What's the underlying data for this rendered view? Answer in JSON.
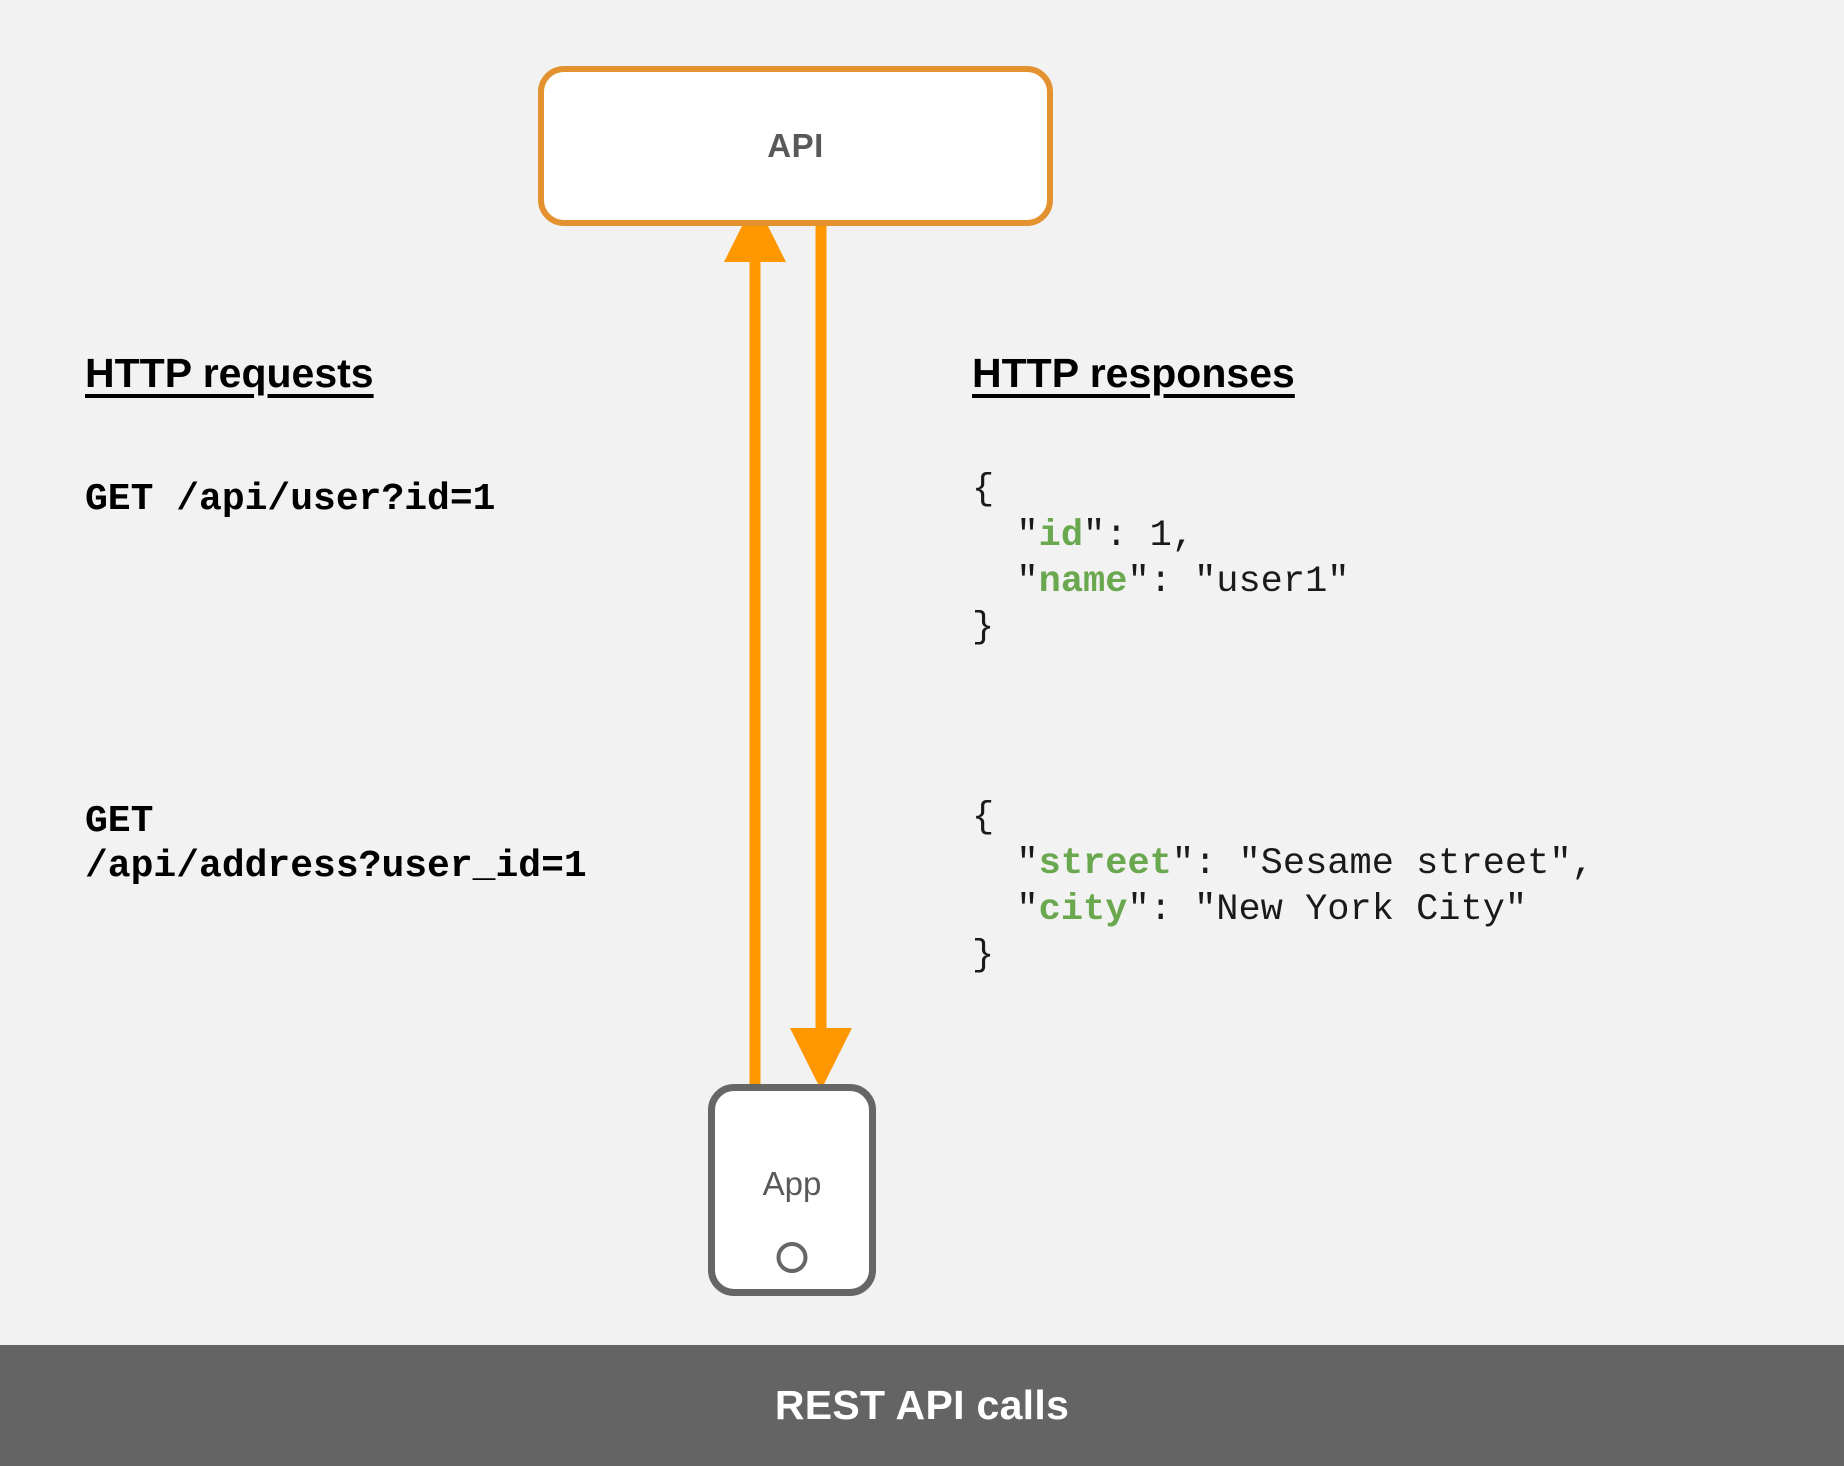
{
  "diagram": {
    "background_color": "#f2f2f2",
    "accent_color": "#e3922f",
    "arrow_color": "#ff9800",
    "key_color": "#6aa84f",
    "node_stroke_gray": "#666666",
    "caption_bar_color": "#646464",
    "nodes": {
      "api": {
        "label": "API"
      },
      "app": {
        "label": "App"
      }
    },
    "columns": {
      "requests": {
        "heading": "HTTP requests",
        "items": [
          "GET /api/user?id=1",
          "GET\n/api/address?user_id=1"
        ]
      },
      "responses": {
        "heading": "HTTP responses",
        "items": [
          {
            "open_brace": "{",
            "close_brace": "}",
            "lines": [
              {
                "indent": "  \"",
                "key": "id",
                "after": "\": 1,"
              },
              {
                "indent": "  \"",
                "key": "name",
                "after": "\": \"user1\""
              }
            ]
          },
          {
            "open_brace": "{",
            "close_brace": "}",
            "lines": [
              {
                "indent": "  \"",
                "key": "street",
                "after": "\": \"Sesame street\","
              },
              {
                "indent": "  \"",
                "key": "city",
                "after": "\": \"New York City\""
              }
            ]
          }
        ]
      }
    },
    "arrows": [
      {
        "name": "request-arrow",
        "direction": "up",
        "from": "App",
        "to": "API"
      },
      {
        "name": "response-arrow",
        "direction": "down",
        "from": "API",
        "to": "App"
      }
    ],
    "caption": "REST API calls"
  }
}
